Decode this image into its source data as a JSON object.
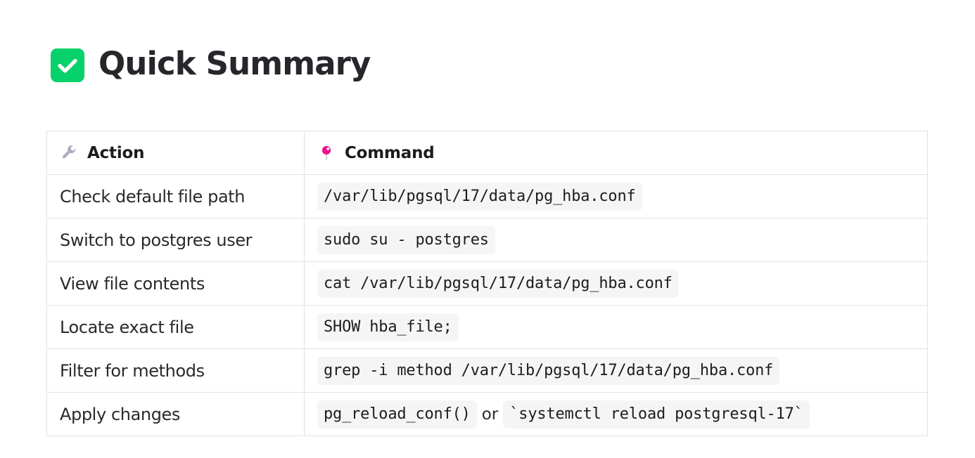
{
  "heading": {
    "icon": "white-check-mark-icon",
    "icon_color": "#06d16a",
    "title": "Quick Summary"
  },
  "table": {
    "columns": [
      {
        "key": "action",
        "icon": "wrench-icon",
        "icon_color": "#b2abbd",
        "label": "Action"
      },
      {
        "key": "command",
        "icon": "round-pushpin-icon",
        "icon_color": "#f0108c",
        "label": "Command"
      }
    ],
    "rows": [
      {
        "action": "Check default file path",
        "command_parts": [
          {
            "type": "code",
            "text": "/var/lib/pgsql/17/data/pg_hba.conf"
          }
        ]
      },
      {
        "action": "Switch to postgres user",
        "command_parts": [
          {
            "type": "code",
            "text": "sudo su - postgres"
          }
        ]
      },
      {
        "action": "View file contents",
        "command_parts": [
          {
            "type": "code",
            "text": "cat /var/lib/pgsql/17/data/pg_hba.conf"
          }
        ]
      },
      {
        "action": "Locate exact file",
        "command_parts": [
          {
            "type": "code",
            "text": "SHOW hba_file;"
          }
        ]
      },
      {
        "action": "Filter for methods",
        "command_parts": [
          {
            "type": "code",
            "text": "grep -i method /var/lib/pgsql/17/data/pg_hba.conf"
          }
        ]
      },
      {
        "action": "Apply changes",
        "command_parts": [
          {
            "type": "code",
            "text": "pg_reload_conf()"
          },
          {
            "type": "plain",
            "text": "or"
          },
          {
            "type": "code",
            "text": "`systemctl reload postgresql-17`"
          }
        ]
      }
    ]
  },
  "colors": {
    "code_background": "#f5f5f6",
    "border": "#e2e2e4",
    "text": "#2a2a2e",
    "page_background": "#ffffff"
  }
}
